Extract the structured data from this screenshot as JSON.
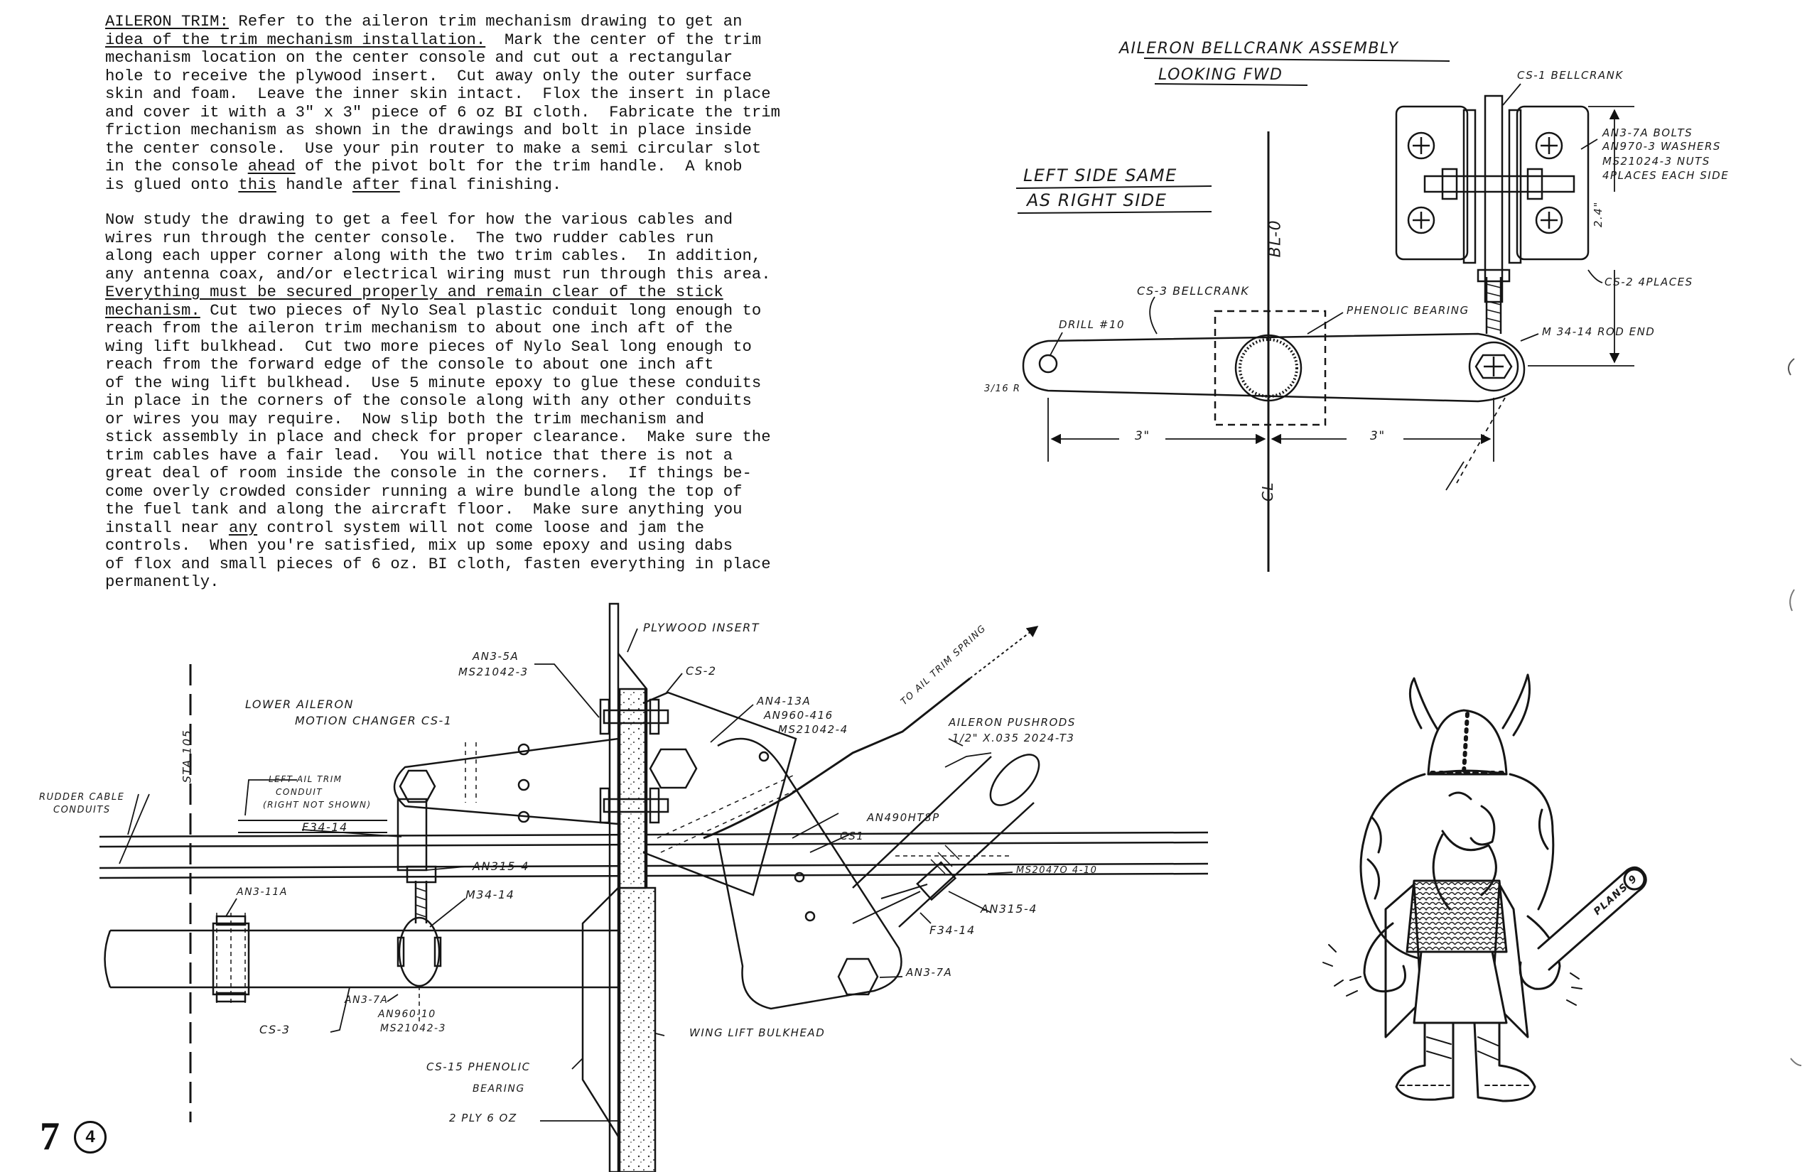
{
  "text": {
    "para1": [
      {
        "pre": "",
        "u": "AILERON TRIM:",
        "post": " Refer to the aileron trim mechanism drawing to get an"
      },
      {
        "pre": "",
        "u": "idea of the trim mechanism installation.",
        "post": "  Mark the center of the trim"
      },
      {
        "pre": "mechanism location on the center console and cut out a rectangular",
        "u": "",
        "post": ""
      },
      {
        "pre": "hole to receive the plywood insert.  Cut away only the outer surface",
        "u": "",
        "post": ""
      },
      {
        "pre": "skin and foam.  Leave the inner skin intact.  Flox the insert in place",
        "u": "",
        "post": ""
      },
      {
        "pre": "and cover it with a 3\" x 3\" piece of 6 oz BI cloth.  Fabricate the trim",
        "u": "",
        "post": ""
      },
      {
        "pre": "friction mechanism as shown in the drawings and bolt in place inside",
        "u": "",
        "post": ""
      },
      {
        "pre": "the center console.  Use your pin router to make a semi circular slot",
        "u": "",
        "post": ""
      },
      {
        "pre": "in the console ",
        "u": "ahead",
        "post": " of the pivot bolt for the trim handle.  A knob"
      },
      {
        "pre": "is glued onto ",
        "u": "this",
        "post": " handle ",
        "u2": "after",
        "post2": " final finishing."
      }
    ],
    "para2": [
      {
        "pre": "Now study the drawing to get a feel for how the various cables and",
        "u": "",
        "post": ""
      },
      {
        "pre": "wires run through the center console.  The two rudder cables run",
        "u": "",
        "post": ""
      },
      {
        "pre": "along each upper corner along with the two trim cables.  In addition,",
        "u": "",
        "post": ""
      },
      {
        "pre": "any antenna coax, and/or electrical wiring must run through this area.",
        "u": "",
        "post": ""
      },
      {
        "pre": "",
        "u": "Everything must be secured properly and remain clear of the stick",
        "post": ""
      },
      {
        "pre": "",
        "u": "mechanism.",
        "post": " Cut two pieces of Nylo Seal plastic conduit long enough to"
      },
      {
        "pre": "reach from the aileron trim mechanism to about one inch aft of the",
        "u": "",
        "post": ""
      },
      {
        "pre": "wing lift bulkhead.  Cut two more pieces of Nylo Seal long enough to",
        "u": "",
        "post": ""
      },
      {
        "pre": "reach from the forward edge of the console to about one inch aft",
        "u": "",
        "post": ""
      },
      {
        "pre": "of the wing lift bulkhead.  Use 5 minute epoxy to glue these conduits",
        "u": "",
        "post": ""
      },
      {
        "pre": "in place in the corners of the console along with any other conduits",
        "u": "",
        "post": ""
      },
      {
        "pre": "or wires you may require.  Now slip both the trim mechanism and",
        "u": "",
        "post": ""
      },
      {
        "pre": "stick assembly in place and check for proper clearance.  Make sure the",
        "u": "",
        "post": ""
      },
      {
        "pre": "trim cables have a fair lead.  You will notice that there is not a",
        "u": "",
        "post": ""
      },
      {
        "pre": "great deal of room inside the console in the corners.  If things be-",
        "u": "",
        "post": ""
      },
      {
        "pre": "come overly crowded consider running a wire bundle along the top of",
        "u": "",
        "post": ""
      },
      {
        "pre": "the fuel tank and along the aircraft floor.  Make sure anything you",
        "u": "",
        "post": ""
      },
      {
        "pre": "install near ",
        "u": "any",
        "post": " control system will not come loose and jam the"
      },
      {
        "pre": "controls.  When you're satisfied, mix up some epoxy and using dabs",
        "u": "",
        "post": ""
      },
      {
        "pre": "of flox and small pieces of 6 oz. BI cloth, fasten everything in place",
        "u": "",
        "post": ""
      },
      {
        "pre": "permanently.",
        "u": "",
        "post": ""
      }
    ]
  },
  "bellcrank": {
    "title": "AILERON BELLCRANK ASSEMBLY",
    "subtitle": "LOOKING FWD",
    "note_line1": "LEFT SIDE SAME",
    "note_line2": "AS RIGHT SIDE",
    "cs1": "CS-1 BELLCRANK",
    "bolts1": "AN3-7A BOLTS",
    "bolts2": "AN970-3 WASHERS",
    "bolts3": "MS21024-3 NUTS",
    "bolts4": "4PLACES EACH SIDE",
    "dim_24": "2.4\"",
    "cs2": "CS-2  4PLACES",
    "blo": "BL-0",
    "cs3": "CS-3 BELLCRANK",
    "phenolic": "PHENOLIC BEARING",
    "drill": "DRILL #10",
    "rad": "3/16 R",
    "rodend": "M 34-14 ROD END",
    "dim_left": "3\"",
    "dim_right": "3\"",
    "cl": "CL"
  },
  "mechanism": {
    "plywood": "PLYWOOD INSERT",
    "an3a_1": "AN3-5A",
    "an3a_2": "MS21042-3",
    "cs2": "CS-2",
    "an4_1": "AN4-13A",
    "an4_2": "AN960-416",
    "an4_3": "MS21042-4",
    "trim_spring": "TO AIL TRIM SPRING",
    "pushrods_1": "AILERON PUSHRODS",
    "pushrods_2": "1/2\" X.035 2024-T3",
    "lower_1": "LOWER AILERON",
    "lower_2": "MOTION CHANGER CS-1",
    "sta": "STA 105",
    "trim_cond_1": "LEFT AIL TRIM",
    "trim_cond_2": "CONDUIT",
    "trim_cond_3": "(RIGHT NOT SHOWN)",
    "rudder_1": "RUDDER CABLE",
    "rudder_2": "CONDUITS",
    "f3414_a": "F34-14",
    "an4904": "AN490HT8P",
    "cs1": "CS1",
    "an3154_a": "AN315-4",
    "ms": "MS2047O 4-10",
    "an311a": "AN3-11A",
    "m3414": "M34-14",
    "an3154_b": "AN315-4",
    "f3414_b": "F34-14",
    "an37a_r": "AN3-7A",
    "cs3": "CS-3",
    "an37a_1": "AN3-7A",
    "an37a_2": "AN960-10",
    "an37a_3": "MS21042-3",
    "wing": "WING LIFT BULKHEAD",
    "cs15_1": "CS-15 PHENOLIC",
    "cs15_2": "BEARING",
    "ply": "2 PLY 6 OZ"
  },
  "mascot": {
    "scroll": "PLANS 9"
  },
  "page": {
    "number": "7",
    "circle": "4"
  }
}
